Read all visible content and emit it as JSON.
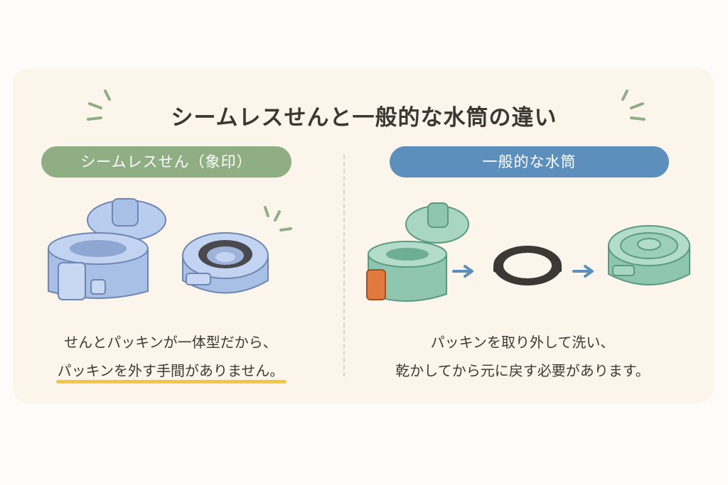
{
  "title": "シームレスせんと一般的な水筒の違い",
  "left": {
    "label": "シームレスせん（象印）",
    "caption_line1": "せんとパッキンが一体型だから、",
    "caption_line2": "パッキンを外す手間がありません。"
  },
  "right": {
    "label": "一般的な水筒",
    "caption_line1": "パッキンを取り外して洗い、",
    "caption_line2": "乾かしてから元に戻す必要があります。"
  },
  "colors": {
    "left_accent": "#8fae84",
    "right_accent": "#5d8fbd",
    "highlight": "#f5c542",
    "left_product": "#a9c0e6",
    "right_product": "#8fc6b0",
    "button_orange": "#e07a3f",
    "gasket": "#3b3836"
  },
  "icons": [
    "sparkle-icon",
    "arrow-right-icon"
  ]
}
